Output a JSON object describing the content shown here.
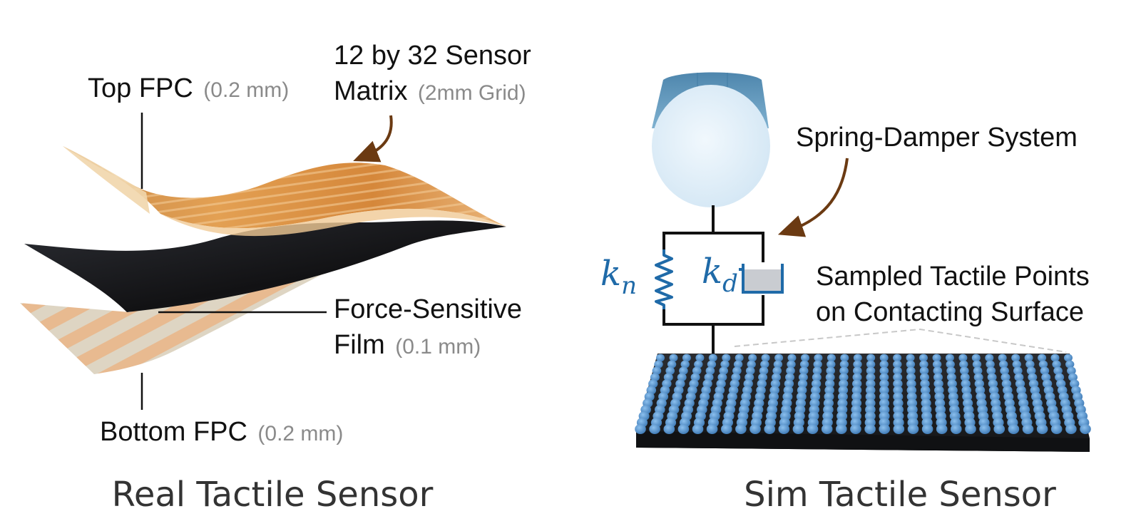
{
  "real_sensor": {
    "caption": "Real Tactile Sensor",
    "top_fpc": {
      "label": "Top FPC",
      "detail": "(0.2 mm)"
    },
    "matrix": {
      "line1": "12 by 32 Sensor",
      "line2": "Matrix",
      "detail": "(2mm Grid)"
    },
    "film": {
      "line1": "Force-Sensitive",
      "line2": "Film",
      "detail": "(0.1 mm)"
    },
    "bottom_fpc": {
      "label": "Bottom FPC",
      "detail": "(0.2 mm)"
    }
  },
  "sim_sensor": {
    "caption": "Sim Tactile Sensor",
    "spring_damper_label": "Spring-Damper System",
    "spring_symbol": {
      "base": "k",
      "sub": "n"
    },
    "damper_symbol": {
      "base": "k",
      "sub": "d"
    },
    "points_line1": "Sampled Tactile Points",
    "points_line2": "on Contacting Surface"
  },
  "colors": {
    "accent_blue": "#1f6aa8",
    "arrow_brown": "#6b3a12",
    "copper": "#d98a3a",
    "film_black": "#1c1c1e",
    "tactile_point": "#4f8fd0"
  }
}
